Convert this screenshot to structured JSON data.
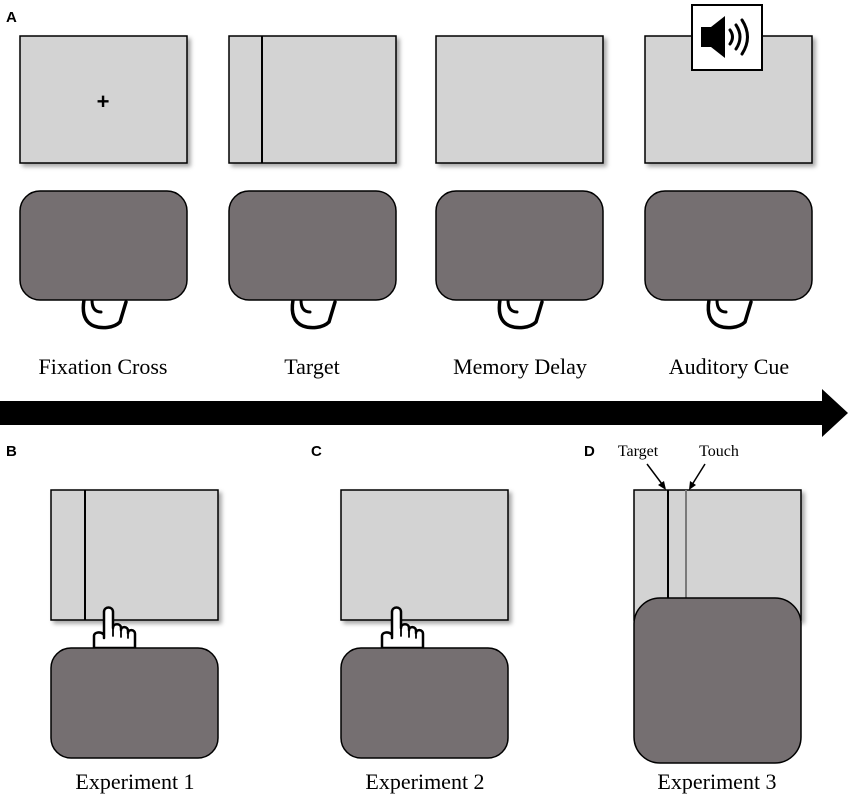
{
  "colors": {
    "screen_fill": "#d3d3d3",
    "tablet_fill": "#756f71",
    "stroke": "#000000",
    "background": "#ffffff"
  },
  "panels": {
    "A": {
      "letter": "A",
      "fixation_symbol": "+",
      "steps": [
        {
          "caption": "Fixation Cross"
        },
        {
          "caption": "Target"
        },
        {
          "caption": "Memory Delay"
        },
        {
          "caption": "Auditory Cue"
        }
      ],
      "speaker_icon": "speaker-icon",
      "hand_icon": "hand-icon"
    },
    "B": {
      "letter": "B",
      "caption": "Experiment 1",
      "pointing_hand_icon": "pointing-hand-icon"
    },
    "C": {
      "letter": "C",
      "caption": "Experiment 2",
      "pointing_hand_icon": "pointing-hand-icon"
    },
    "D": {
      "letter": "D",
      "caption": "Experiment 3",
      "target_label": "Target",
      "touch_label": "Touch"
    }
  },
  "timeline": {
    "arrow_icon": "timeline-arrow"
  }
}
